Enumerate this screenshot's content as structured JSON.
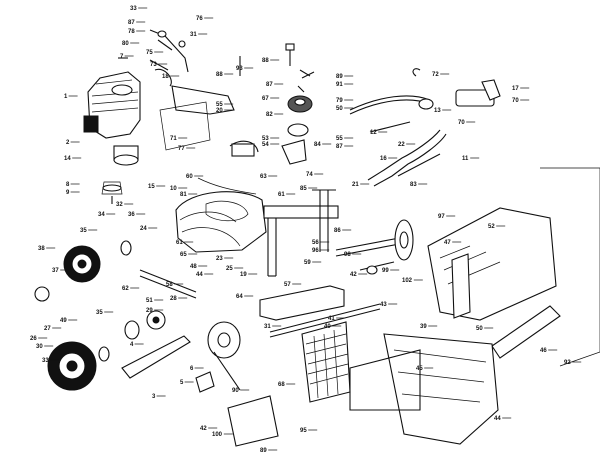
{
  "callouts": [
    {
      "text": "33",
      "ref": "n1"
    },
    {
      "text": "76",
      "ref": "n2"
    },
    {
      "text": "87",
      "ref": "n3"
    },
    {
      "text": "78",
      "ref": "n4"
    },
    {
      "text": "80",
      "ref": "n5"
    },
    {
      "text": "31",
      "ref": "n6"
    },
    {
      "text": "7",
      "ref": "n7"
    },
    {
      "text": "73",
      "ref": "n8"
    },
    {
      "text": "18",
      "ref": "n9"
    },
    {
      "text": "1",
      "ref": "n10"
    },
    {
      "text": "2",
      "ref": "n11"
    },
    {
      "text": "14",
      "ref": "n12"
    },
    {
      "text": "8",
      "ref": "n13"
    },
    {
      "text": "9",
      "ref": "n14"
    },
    {
      "text": "77",
      "ref": "n15"
    },
    {
      "text": "88",
      "ref": "n16"
    },
    {
      "text": "93",
      "ref": "n17"
    },
    {
      "text": "88",
      "ref": "n18"
    },
    {
      "text": "87",
      "ref": "n19"
    },
    {
      "text": "82",
      "ref": "n20"
    },
    {
      "text": "89",
      "ref": "n21"
    },
    {
      "text": "91",
      "ref": "n22"
    },
    {
      "text": "79",
      "ref": "n23"
    },
    {
      "text": "50",
      "ref": "n24"
    },
    {
      "text": "55",
      "ref": "n25"
    },
    {
      "text": "20",
      "ref": "n26"
    },
    {
      "text": "53",
      "ref": "n27"
    },
    {
      "text": "55",
      "ref": "n28"
    },
    {
      "text": "87",
      "ref": "n29"
    },
    {
      "text": "72",
      "ref": "n30"
    },
    {
      "text": "17",
      "ref": "n31"
    },
    {
      "text": "70",
      "ref": "n32"
    },
    {
      "text": "13",
      "ref": "n33"
    },
    {
      "text": "70",
      "ref": "n34"
    },
    {
      "text": "12",
      "ref": "n35"
    },
    {
      "text": "22",
      "ref": "n36"
    },
    {
      "text": "11",
      "ref": "n37"
    },
    {
      "text": "16",
      "ref": "n38"
    },
    {
      "text": "21",
      "ref": "n39"
    },
    {
      "text": "97",
      "ref": "n40"
    },
    {
      "text": "10",
      "ref": "n41"
    },
    {
      "text": "34",
      "ref": "n42"
    },
    {
      "text": "35",
      "ref": "n43"
    },
    {
      "text": "38",
      "ref": "n44"
    },
    {
      "text": "37",
      "ref": "n45"
    },
    {
      "text": "15",
      "ref": "n46"
    },
    {
      "text": "32",
      "ref": "n47"
    },
    {
      "text": "36",
      "ref": "n48"
    },
    {
      "text": "62",
      "ref": "n49"
    },
    {
      "text": "58",
      "ref": "n50"
    },
    {
      "text": "51",
      "ref": "n51"
    },
    {
      "text": "29",
      "ref": "n52"
    },
    {
      "text": "28",
      "ref": "n53"
    },
    {
      "text": "27",
      "ref": "n54"
    },
    {
      "text": "26",
      "ref": "n55"
    },
    {
      "text": "44",
      "ref": "n56"
    },
    {
      "text": "98",
      "ref": "n57"
    },
    {
      "text": "56",
      "ref": "n58"
    },
    {
      "text": "96",
      "ref": "n59"
    },
    {
      "text": "102",
      "ref": "n60"
    },
    {
      "text": "99",
      "ref": "n61"
    },
    {
      "text": "43",
      "ref": "n62"
    },
    {
      "text": "42",
      "ref": "n63"
    },
    {
      "text": "47",
      "ref": "n64"
    },
    {
      "text": "52",
      "ref": "n65"
    },
    {
      "text": "50",
      "ref": "n66"
    },
    {
      "text": "46",
      "ref": "n67"
    },
    {
      "text": "92",
      "ref": "n68"
    },
    {
      "text": "41",
      "ref": "n69"
    },
    {
      "text": "40",
      "ref": "n70"
    },
    {
      "text": "39",
      "ref": "n71"
    },
    {
      "text": "45",
      "ref": "n72"
    },
    {
      "text": "44",
      "ref": "n73"
    },
    {
      "text": "95",
      "ref": "n74"
    },
    {
      "text": "68",
      "ref": "n75"
    },
    {
      "text": "100",
      "ref": "n76"
    },
    {
      "text": "42",
      "ref": "n77"
    },
    {
      "text": "89",
      "ref": "n78"
    },
    {
      "text": "64",
      "ref": "n79"
    },
    {
      "text": "31",
      "ref": "n80"
    },
    {
      "text": "90",
      "ref": "n81"
    },
    {
      "text": "5",
      "ref": "n82"
    },
    {
      "text": "6",
      "ref": "n83"
    },
    {
      "text": "4",
      "ref": "n84"
    },
    {
      "text": "3",
      "ref": "n85"
    },
    {
      "text": "61",
      "ref": "n86"
    },
    {
      "text": "65",
      "ref": "n87"
    },
    {
      "text": "49",
      "ref": "n88"
    },
    {
      "text": "30",
      "ref": "n89"
    },
    {
      "text": "33",
      "ref": "n90"
    },
    {
      "text": "35",
      "ref": "n91"
    },
    {
      "text": "48",
      "ref": "n92"
    },
    {
      "text": "57",
      "ref": "n93"
    },
    {
      "text": "59",
      "ref": "n94"
    },
    {
      "text": "23",
      "ref": "n95"
    },
    {
      "text": "25",
      "ref": "n96"
    },
    {
      "text": "19",
      "ref": "n97"
    },
    {
      "text": "24",
      "ref": "n98"
    },
    {
      "text": "61",
      "ref": "n99"
    },
    {
      "text": "67",
      "ref": "n100"
    },
    {
      "text": "54",
      "ref": "n101"
    },
    {
      "text": "74",
      "ref": "n102"
    },
    {
      "text": "75",
      "ref": "n103"
    },
    {
      "text": "85",
      "ref": "n104"
    },
    {
      "text": "84",
      "ref": "n105"
    },
    {
      "text": "71",
      "ref": "n106"
    },
    {
      "text": "81",
      "ref": "n107"
    },
    {
      "text": "83",
      "ref": "n108"
    },
    {
      "text": "86",
      "ref": "n109"
    },
    {
      "text": "63",
      "ref": "n110"
    },
    {
      "text": "60",
      "ref": "n111"
    }
  ]
}
